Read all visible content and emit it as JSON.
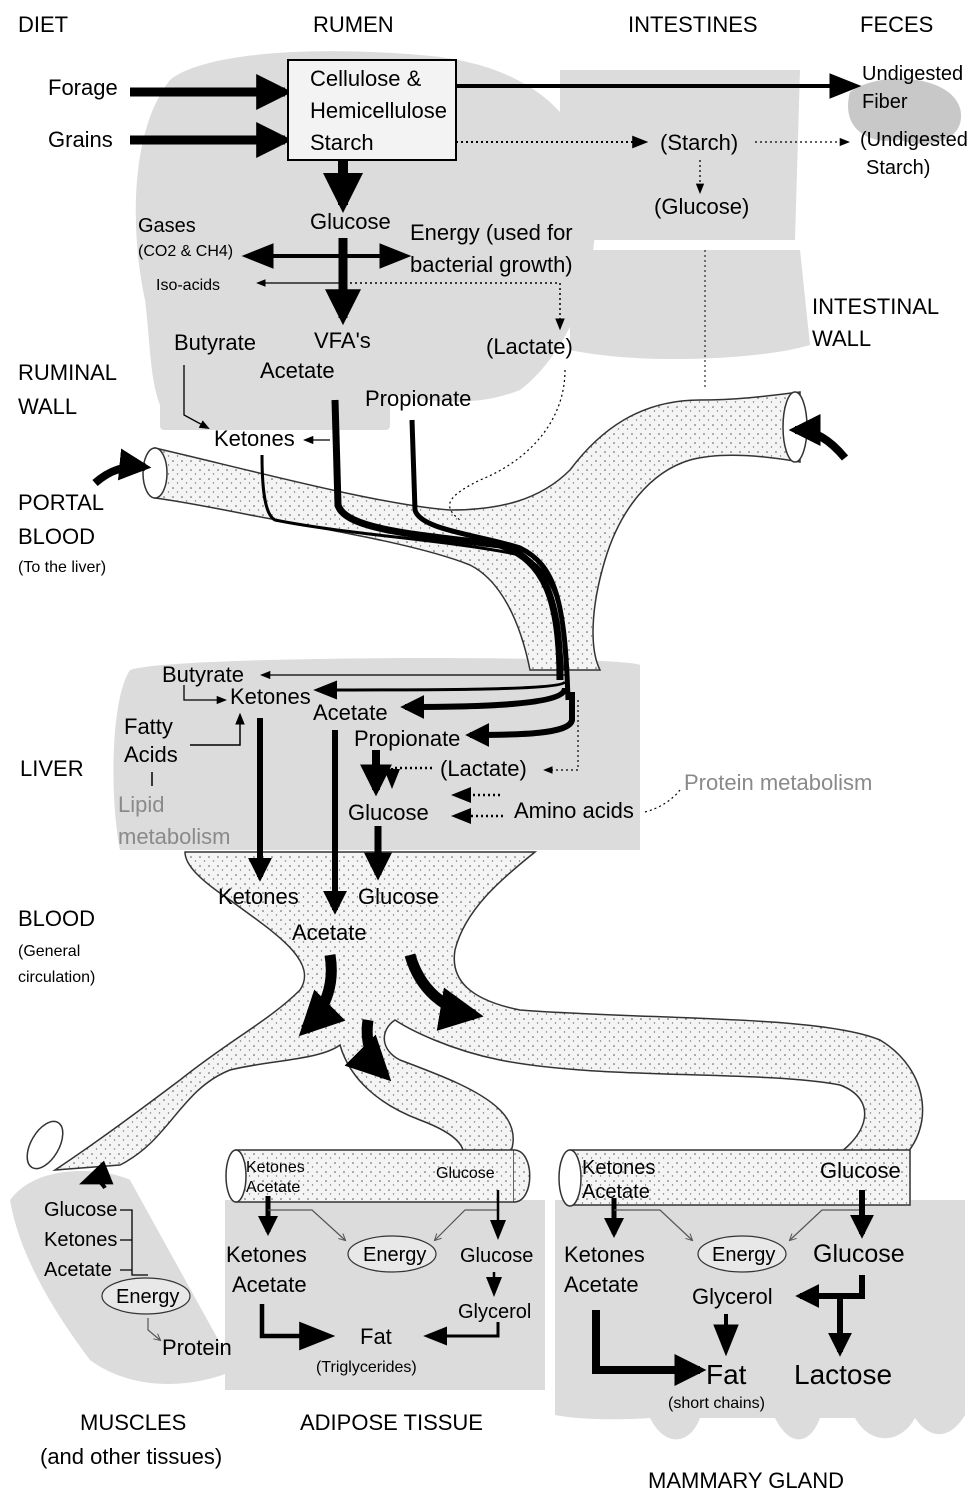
{
  "headers": {
    "diet": "DIET",
    "rumen": "RUMEN",
    "intestines": "INTESTINES",
    "feces": "FECES",
    "intestinal_wall_1": "INTESTINAL",
    "intestinal_wall_2": "WALL",
    "ruminal_wall_1": "RUMINAL",
    "ruminal_wall_2": "WALL",
    "portal_blood_1": "PORTAL",
    "portal_blood_2": "BLOOD",
    "portal_blood_3": "(To the liver)",
    "liver": "LIVER",
    "blood_1": "BLOOD",
    "blood_2": "(General",
    "blood_3": "circulation)",
    "muscles_1": "MUSCLES",
    "muscles_2": "(and other tissues)",
    "adipose": "ADIPOSE TISSUE",
    "mammary": "MAMMARY GLAND"
  },
  "rumen": {
    "forage": "Forage",
    "grains": "Grains",
    "box_line1": "Cellulose &",
    "box_line2": "Hemicellulose",
    "box_line3": "Starch",
    "glucose": "Glucose",
    "gases": "Gases",
    "gases_sub": "(CO2 & CH4)",
    "iso_acids": "Iso-acids",
    "energy_1": "Energy (used for",
    "energy_2": "bacterial growth)",
    "vfas": "VFA's",
    "butyrate": "Butyrate",
    "acetate": "Acetate",
    "propionate": "Propionate",
    "lactate": "(Lactate)",
    "ketones": "Ketones"
  },
  "intestines": {
    "starch": "(Starch)",
    "glucose": "(Glucose)",
    "undigested_fiber_1": "Undigested",
    "undigested_fiber_2": "Fiber",
    "undigested_starch_1": "(Undigested",
    "undigested_starch_2": "Starch)"
  },
  "liver": {
    "butyrate": "Butyrate",
    "ketones": "Ketones",
    "acetate": "Acetate",
    "propionate": "Propionate",
    "fatty_acids_1": "Fatty",
    "fatty_acids_2": "Acids",
    "lipid_1": "Lipid",
    "lipid_2": "metabolism",
    "lactate": "(Lactate)",
    "glucose": "Glucose",
    "amino_acids": "Amino acids",
    "protein_metabolism": "Protein metabolism"
  },
  "blood": {
    "ketones": "Ketones",
    "glucose": "Glucose",
    "acetate": "Acetate"
  },
  "muscles": {
    "glucose": "Glucose",
    "ketones": "Ketones",
    "acetate": "Acetate",
    "energy": "Energy",
    "protein": "Protein"
  },
  "adipose": {
    "tube_ketones": "Ketones",
    "tube_acetate": "Acetate",
    "tube_glucose": "Glucose",
    "ketones": "Ketones",
    "acetate": "Acetate",
    "energy": "Energy",
    "glucose": "Glucose",
    "glycerol": "Glycerol",
    "fat": "Fat",
    "fat_sub": "(Triglycerides)"
  },
  "mammary": {
    "tube_ketones": "Ketones",
    "tube_acetate": "Acetate",
    "tube_glucose": "Glucose",
    "ketones": "Ketones",
    "acetate": "Acetate",
    "energy": "Energy",
    "glucose": "Glucose",
    "glycerol": "Glycerol",
    "fat": "Fat",
    "fat_sub": "(short chains)",
    "lactose": "Lactose"
  }
}
